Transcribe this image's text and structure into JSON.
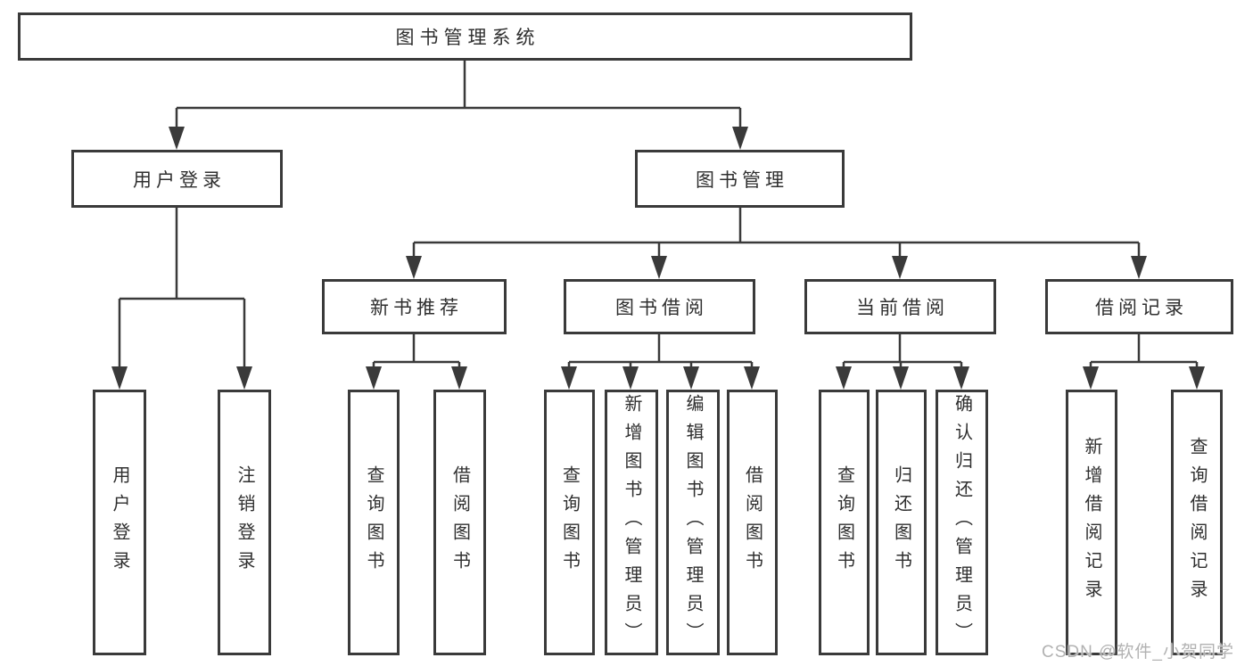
{
  "tree": {
    "root": {
      "label": "图书管理系统",
      "children": [
        {
          "label": "用户登录",
          "children": [
            {
              "label": "用户登录"
            },
            {
              "label": "注销登录"
            }
          ]
        },
        {
          "label": "图书管理",
          "children": [
            {
              "label": "新书推荐",
              "children": [
                {
                  "label": "查询图书"
                },
                {
                  "label": "借阅图书"
                }
              ]
            },
            {
              "label": "图书借阅",
              "children": [
                {
                  "label": "查询图书"
                },
                {
                  "label": "新增图书（管理员）"
                },
                {
                  "label": "编辑图书（管理员）"
                },
                {
                  "label": "借阅图书"
                }
              ]
            },
            {
              "label": "当前借阅",
              "children": [
                {
                  "label": "查询图书"
                },
                {
                  "label": "归还图书"
                },
                {
                  "label": "确认归还（管理员）"
                }
              ]
            },
            {
              "label": "借阅记录",
              "children": [
                {
                  "label": "新增借阅记录"
                },
                {
                  "label": "查询借阅记录"
                }
              ]
            }
          ]
        }
      ]
    }
  },
  "watermark": {
    "text": "CSDN @软件_小贺同学",
    "color": "#b2b2b2"
  },
  "colors": {
    "line": "#3a3a3a",
    "border": "#3a3a3a",
    "text": "#2f2f2f",
    "background": "#ffffff"
  }
}
